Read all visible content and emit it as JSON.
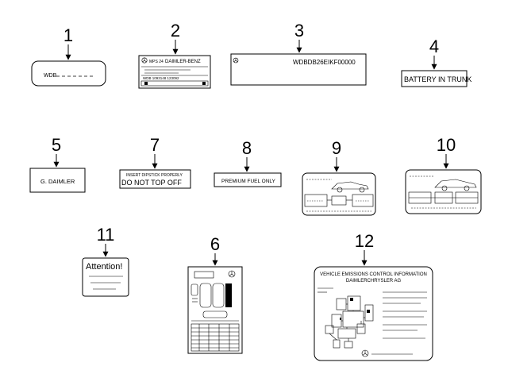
{
  "callouts": [
    "1",
    "2",
    "3",
    "4",
    "5",
    "7",
    "8",
    "9",
    "10",
    "11",
    "6",
    "12"
  ],
  "labels": {
    "vin_small": "WDB",
    "daimler_benz_text": "DAIMLER-BENZ",
    "vin_full": "WDBDB26EIKF00000",
    "battery": "BATTERY IN TRUNK",
    "g_daimler": "G. DAIMLER",
    "insert_properly": "INSERT DIPSTICK PROPERLY",
    "do_not_top_off": "DO NOT TOP OFF",
    "premium_fuel": "PREMIUM FUEL ONLY",
    "attention": "Attention!",
    "emissions_line1": "VEHICLE EMISSIONS CONTROL INFORMATION",
    "emissions_line2": "DAIMLERCHRYSLER AG"
  }
}
